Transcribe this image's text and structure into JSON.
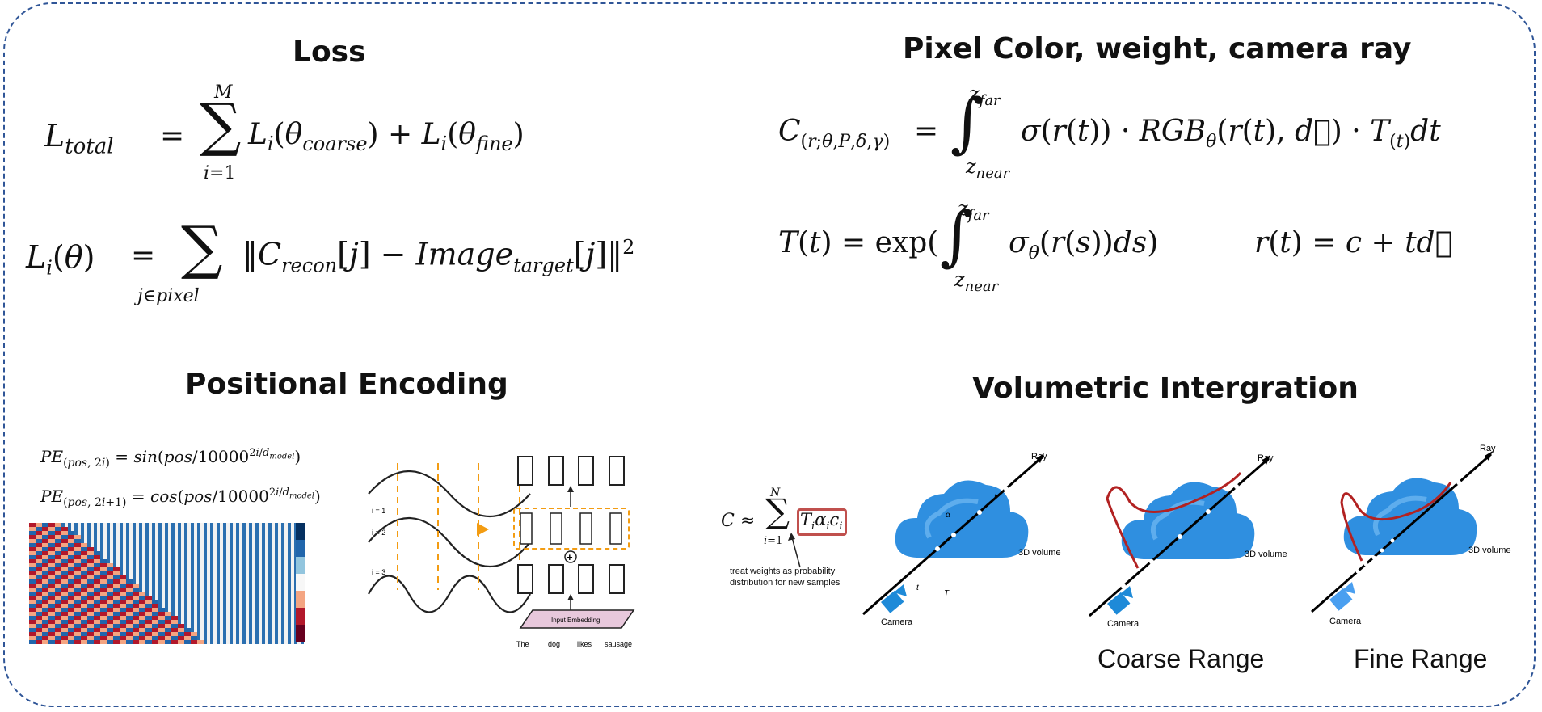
{
  "sections": {
    "loss": {
      "title": "Loss"
    },
    "pixel": {
      "title": "Pixel Color, weight, camera ray"
    },
    "pe": {
      "title": "Positional Encoding"
    },
    "vol": {
      "title": "Volumetric Intergration"
    }
  },
  "pe_formulas": {
    "sin": "PE(pos, 2i) = sin(pos/10000^(2i/d_model))",
    "cos": "PE(pos, 2i+1) = cos(pos/10000^(2i/d_model))"
  },
  "pe_illustration": {
    "row_labels": [
      "i = 1",
      "i = 2",
      "i = 3"
    ],
    "embedding_label": "Input Embedding",
    "tokens": [
      "The",
      "dog",
      "likes",
      "sausage"
    ]
  },
  "vol_panel": {
    "formula": "C ≈ Σ_{i=1}^{N} T_i α_i c_i",
    "note_line1": "treat weights as probability",
    "note_line2": "distribution for new samples",
    "ray_label": "Ray",
    "volume_label": "3D volume",
    "camera_label": "Camera",
    "coarse_caption": "Coarse Range",
    "fine_caption": "Fine Range"
  },
  "colors": {
    "frame": "#2f5597",
    "cloud": "#2f8fe0",
    "camera": "#1e8ad8",
    "samples": "#b22222",
    "dashed_orange": "#f39c12"
  }
}
